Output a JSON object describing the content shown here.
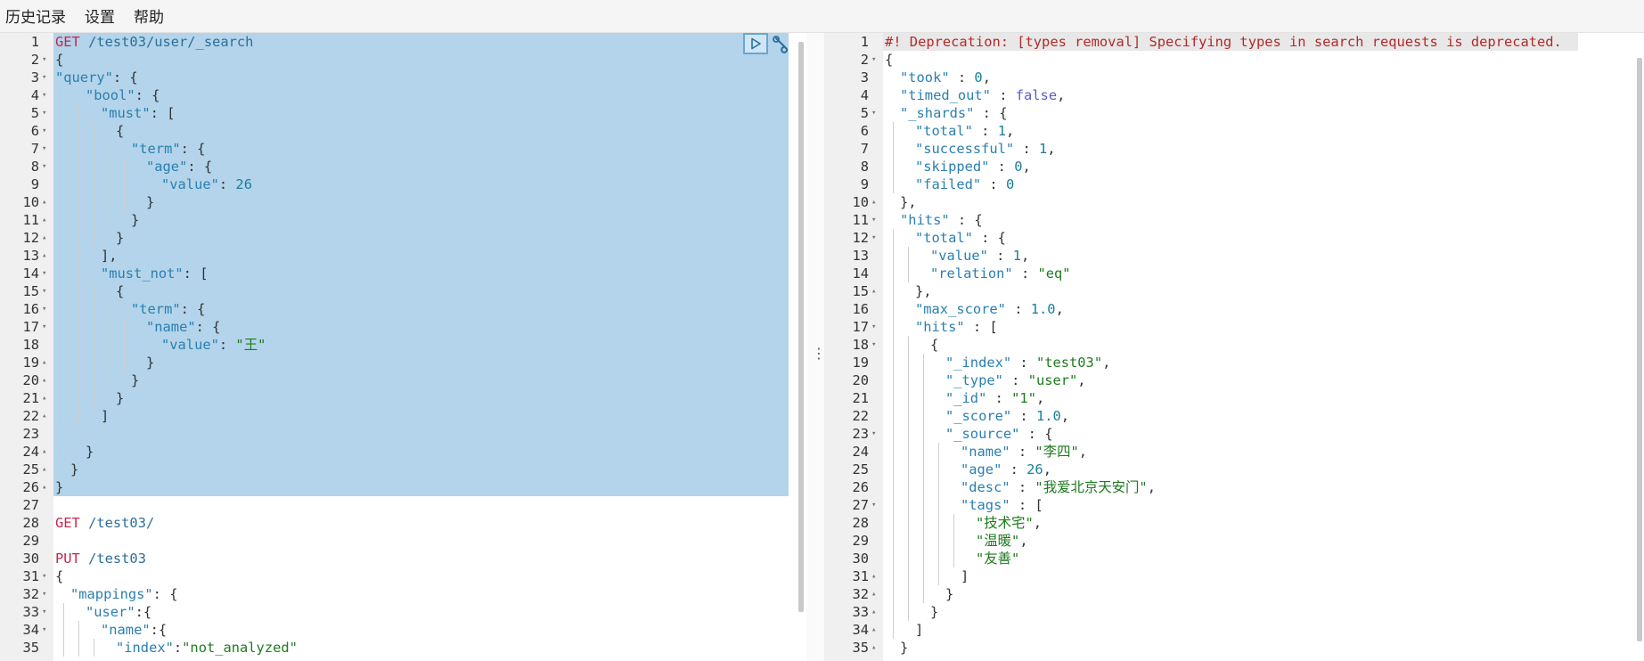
{
  "menu": {
    "items": [
      "历史记录",
      "设置",
      "帮助"
    ]
  },
  "icons": {
    "run": "play-icon",
    "settings": "wrench-icon",
    "splitter": "vertical-dots-icon"
  },
  "colors": {
    "selection": "#b3d4ea",
    "method": "#c7254e",
    "key": "#2a7fb0",
    "string": "#1f7a1f",
    "number": "#1a7f9b",
    "boolean": "#5a5acf",
    "comment": "#b22a2a"
  },
  "left_editor": {
    "lines": [
      {
        "n": 1,
        "fold": "",
        "indent": 0,
        "parts": [
          [
            "method",
            "GET"
          ],
          [
            "plain",
            " "
          ],
          [
            "url",
            "/test03/user/_search"
          ]
        ]
      },
      {
        "n": 2,
        "fold": "▾",
        "indent": 0,
        "parts": [
          [
            "punct",
            "{"
          ]
        ]
      },
      {
        "n": 3,
        "fold": "▾",
        "indent": 0,
        "parts": [
          [
            "key",
            "\"query\""
          ],
          [
            "punct",
            ": {"
          ]
        ]
      },
      {
        "n": 4,
        "fold": "▾",
        "indent": 2,
        "parts": [
          [
            "key",
            "\"bool\""
          ],
          [
            "punct",
            ": {"
          ]
        ]
      },
      {
        "n": 5,
        "fold": "▾",
        "indent": 3,
        "parts": [
          [
            "key",
            "\"must\""
          ],
          [
            "punct",
            ": ["
          ]
        ]
      },
      {
        "n": 6,
        "fold": "▾",
        "indent": 4,
        "parts": [
          [
            "punct",
            "{"
          ]
        ]
      },
      {
        "n": 7,
        "fold": "▾",
        "indent": 5,
        "parts": [
          [
            "key",
            "\"term\""
          ],
          [
            "punct",
            ": {"
          ]
        ]
      },
      {
        "n": 8,
        "fold": "▾",
        "indent": 6,
        "parts": [
          [
            "key",
            "\"age\""
          ],
          [
            "punct",
            ": {"
          ]
        ]
      },
      {
        "n": 9,
        "fold": "",
        "indent": 7,
        "parts": [
          [
            "key",
            "\"value\""
          ],
          [
            "punct",
            ": "
          ],
          [
            "num",
            "26"
          ]
        ]
      },
      {
        "n": 10,
        "fold": "▴",
        "indent": 6,
        "parts": [
          [
            "punct",
            "}"
          ]
        ]
      },
      {
        "n": 11,
        "fold": "▴",
        "indent": 5,
        "parts": [
          [
            "punct",
            "}"
          ]
        ]
      },
      {
        "n": 12,
        "fold": "▴",
        "indent": 4,
        "parts": [
          [
            "punct",
            "}"
          ]
        ]
      },
      {
        "n": 13,
        "fold": "▴",
        "indent": 3,
        "parts": [
          [
            "punct",
            "],"
          ]
        ]
      },
      {
        "n": 14,
        "fold": "▾",
        "indent": 3,
        "parts": [
          [
            "key",
            "\"must_not\""
          ],
          [
            "punct",
            ": ["
          ]
        ]
      },
      {
        "n": 15,
        "fold": "▾",
        "indent": 4,
        "parts": [
          [
            "punct",
            "{"
          ]
        ]
      },
      {
        "n": 16,
        "fold": "▾",
        "indent": 5,
        "parts": [
          [
            "key",
            "\"term\""
          ],
          [
            "punct",
            ": {"
          ]
        ]
      },
      {
        "n": 17,
        "fold": "▾",
        "indent": 6,
        "parts": [
          [
            "key",
            "\"name\""
          ],
          [
            "punct",
            ": {"
          ]
        ]
      },
      {
        "n": 18,
        "fold": "",
        "indent": 7,
        "parts": [
          [
            "key",
            "\"value\""
          ],
          [
            "punct",
            ": "
          ],
          [
            "str",
            "\"王\""
          ]
        ]
      },
      {
        "n": 19,
        "fold": "▴",
        "indent": 6,
        "parts": [
          [
            "punct",
            "}"
          ]
        ]
      },
      {
        "n": 20,
        "fold": "▴",
        "indent": 5,
        "parts": [
          [
            "punct",
            "}"
          ]
        ]
      },
      {
        "n": 21,
        "fold": "▴",
        "indent": 4,
        "parts": [
          [
            "punct",
            "}"
          ]
        ]
      },
      {
        "n": 22,
        "fold": "▴",
        "indent": 3,
        "parts": [
          [
            "punct",
            "]"
          ]
        ]
      },
      {
        "n": 23,
        "fold": "",
        "indent": 0,
        "parts": []
      },
      {
        "n": 24,
        "fold": "▴",
        "indent": 2,
        "parts": [
          [
            "punct",
            "}"
          ]
        ]
      },
      {
        "n": 25,
        "fold": "▴",
        "indent": 1,
        "parts": [
          [
            "punct",
            "}"
          ]
        ]
      },
      {
        "n": 26,
        "fold": "▴",
        "indent": 0,
        "parts": [
          [
            "punct",
            "}"
          ]
        ]
      },
      {
        "n": 27,
        "fold": "",
        "indent": 0,
        "parts": []
      },
      {
        "n": 28,
        "fold": "",
        "indent": 0,
        "parts": [
          [
            "method",
            "GET"
          ],
          [
            "plain",
            " "
          ],
          [
            "url",
            "/test03/"
          ]
        ]
      },
      {
        "n": 29,
        "fold": "",
        "indent": 0,
        "parts": []
      },
      {
        "n": 30,
        "fold": "",
        "indent": 0,
        "parts": [
          [
            "method",
            "PUT"
          ],
          [
            "plain",
            " "
          ],
          [
            "url",
            "/test03"
          ]
        ]
      },
      {
        "n": 31,
        "fold": "▾",
        "indent": 0,
        "parts": [
          [
            "punct",
            "{"
          ]
        ]
      },
      {
        "n": 32,
        "fold": "▾",
        "indent": 1,
        "parts": [
          [
            "key",
            "\"mappings\""
          ],
          [
            "punct",
            ": {"
          ]
        ]
      },
      {
        "n": 33,
        "fold": "▾",
        "indent": 2,
        "parts": [
          [
            "key",
            "\"user\""
          ],
          [
            "punct",
            ":{"
          ]
        ]
      },
      {
        "n": 34,
        "fold": "▾",
        "indent": 3,
        "parts": [
          [
            "key",
            "\"name\""
          ],
          [
            "punct",
            ":{"
          ]
        ]
      },
      {
        "n": 35,
        "fold": "",
        "indent": 4,
        "parts": [
          [
            "key",
            "\"index\""
          ],
          [
            "punct",
            ":"
          ],
          [
            "str",
            "\"not_analyzed\""
          ]
        ]
      }
    ]
  },
  "right_editor": {
    "lines": [
      {
        "n": 1,
        "fold": "",
        "indent": 0,
        "parts": [
          [
            "comment",
            "#! Deprecation: [types removal] Specifying types in search requests is deprecated."
          ]
        ]
      },
      {
        "n": 2,
        "fold": "▾",
        "indent": 0,
        "parts": [
          [
            "punct",
            "{"
          ]
        ]
      },
      {
        "n": 3,
        "fold": "",
        "indent": 1,
        "parts": [
          [
            "key",
            "\"took\""
          ],
          [
            "punct",
            " : "
          ],
          [
            "num",
            "0"
          ],
          [
            "punct",
            ","
          ]
        ]
      },
      {
        "n": 4,
        "fold": "",
        "indent": 1,
        "parts": [
          [
            "key",
            "\"timed_out\""
          ],
          [
            "punct",
            " : "
          ],
          [
            "bool",
            "false"
          ],
          [
            "punct",
            ","
          ]
        ]
      },
      {
        "n": 5,
        "fold": "▾",
        "indent": 1,
        "parts": [
          [
            "key",
            "\"_shards\""
          ],
          [
            "punct",
            " : {"
          ]
        ]
      },
      {
        "n": 6,
        "fold": "",
        "indent": 2,
        "parts": [
          [
            "key",
            "\"total\""
          ],
          [
            "punct",
            " : "
          ],
          [
            "num",
            "1"
          ],
          [
            "punct",
            ","
          ]
        ]
      },
      {
        "n": 7,
        "fold": "",
        "indent": 2,
        "parts": [
          [
            "key",
            "\"successful\""
          ],
          [
            "punct",
            " : "
          ],
          [
            "num",
            "1"
          ],
          [
            "punct",
            ","
          ]
        ]
      },
      {
        "n": 8,
        "fold": "",
        "indent": 2,
        "parts": [
          [
            "key",
            "\"skipped\""
          ],
          [
            "punct",
            " : "
          ],
          [
            "num",
            "0"
          ],
          [
            "punct",
            ","
          ]
        ]
      },
      {
        "n": 9,
        "fold": "",
        "indent": 2,
        "parts": [
          [
            "key",
            "\"failed\""
          ],
          [
            "punct",
            " : "
          ],
          [
            "num",
            "0"
          ]
        ]
      },
      {
        "n": 10,
        "fold": "▴",
        "indent": 1,
        "parts": [
          [
            "punct",
            "},"
          ]
        ]
      },
      {
        "n": 11,
        "fold": "▾",
        "indent": 1,
        "parts": [
          [
            "key",
            "\"hits\""
          ],
          [
            "punct",
            " : {"
          ]
        ]
      },
      {
        "n": 12,
        "fold": "▾",
        "indent": 2,
        "parts": [
          [
            "key",
            "\"total\""
          ],
          [
            "punct",
            " : {"
          ]
        ]
      },
      {
        "n": 13,
        "fold": "",
        "indent": 3,
        "parts": [
          [
            "key",
            "\"value\""
          ],
          [
            "punct",
            " : "
          ],
          [
            "num",
            "1"
          ],
          [
            "punct",
            ","
          ]
        ]
      },
      {
        "n": 14,
        "fold": "",
        "indent": 3,
        "parts": [
          [
            "key",
            "\"relation\""
          ],
          [
            "punct",
            " : "
          ],
          [
            "str",
            "\"eq\""
          ]
        ]
      },
      {
        "n": 15,
        "fold": "▴",
        "indent": 2,
        "parts": [
          [
            "punct",
            "},"
          ]
        ]
      },
      {
        "n": 16,
        "fold": "",
        "indent": 2,
        "parts": [
          [
            "key",
            "\"max_score\""
          ],
          [
            "punct",
            " : "
          ],
          [
            "num",
            "1.0"
          ],
          [
            "punct",
            ","
          ]
        ]
      },
      {
        "n": 17,
        "fold": "▾",
        "indent": 2,
        "parts": [
          [
            "key",
            "\"hits\""
          ],
          [
            "punct",
            " : ["
          ]
        ]
      },
      {
        "n": 18,
        "fold": "▾",
        "indent": 3,
        "parts": [
          [
            "punct",
            "{"
          ]
        ]
      },
      {
        "n": 19,
        "fold": "",
        "indent": 4,
        "parts": [
          [
            "key",
            "\"_index\""
          ],
          [
            "punct",
            " : "
          ],
          [
            "str",
            "\"test03\""
          ],
          [
            "punct",
            ","
          ]
        ]
      },
      {
        "n": 20,
        "fold": "",
        "indent": 4,
        "parts": [
          [
            "key",
            "\"_type\""
          ],
          [
            "punct",
            " : "
          ],
          [
            "str",
            "\"user\""
          ],
          [
            "punct",
            ","
          ]
        ]
      },
      {
        "n": 21,
        "fold": "",
        "indent": 4,
        "parts": [
          [
            "key",
            "\"_id\""
          ],
          [
            "punct",
            " : "
          ],
          [
            "str",
            "\"1\""
          ],
          [
            "punct",
            ","
          ]
        ]
      },
      {
        "n": 22,
        "fold": "",
        "indent": 4,
        "parts": [
          [
            "key",
            "\"_score\""
          ],
          [
            "punct",
            " : "
          ],
          [
            "num",
            "1.0"
          ],
          [
            "punct",
            ","
          ]
        ]
      },
      {
        "n": 23,
        "fold": "▾",
        "indent": 4,
        "parts": [
          [
            "key",
            "\"_source\""
          ],
          [
            "punct",
            " : {"
          ]
        ]
      },
      {
        "n": 24,
        "fold": "",
        "indent": 5,
        "parts": [
          [
            "key",
            "\"name\""
          ],
          [
            "punct",
            " : "
          ],
          [
            "str",
            "\"李四\""
          ],
          [
            "punct",
            ","
          ]
        ]
      },
      {
        "n": 25,
        "fold": "",
        "indent": 5,
        "parts": [
          [
            "key",
            "\"age\""
          ],
          [
            "punct",
            " : "
          ],
          [
            "num",
            "26"
          ],
          [
            "punct",
            ","
          ]
        ]
      },
      {
        "n": 26,
        "fold": "",
        "indent": 5,
        "parts": [
          [
            "key",
            "\"desc\""
          ],
          [
            "punct",
            " : "
          ],
          [
            "str",
            "\"我爱北京天安门\""
          ],
          [
            "punct",
            ","
          ]
        ]
      },
      {
        "n": 27,
        "fold": "▾",
        "indent": 5,
        "parts": [
          [
            "key",
            "\"tags\""
          ],
          [
            "punct",
            " : ["
          ]
        ]
      },
      {
        "n": 28,
        "fold": "",
        "indent": 6,
        "parts": [
          [
            "str",
            "\"技术宅\""
          ],
          [
            "punct",
            ","
          ]
        ]
      },
      {
        "n": 29,
        "fold": "",
        "indent": 6,
        "parts": [
          [
            "str",
            "\"温暖\""
          ],
          [
            "punct",
            ","
          ]
        ]
      },
      {
        "n": 30,
        "fold": "",
        "indent": 6,
        "parts": [
          [
            "str",
            "\"友善\""
          ]
        ]
      },
      {
        "n": 31,
        "fold": "▴",
        "indent": 5,
        "parts": [
          [
            "punct",
            "]"
          ]
        ]
      },
      {
        "n": 32,
        "fold": "▴",
        "indent": 4,
        "parts": [
          [
            "punct",
            "}"
          ]
        ]
      },
      {
        "n": 33,
        "fold": "▴",
        "indent": 3,
        "parts": [
          [
            "punct",
            "}"
          ]
        ]
      },
      {
        "n": 34,
        "fold": "▴",
        "indent": 2,
        "parts": [
          [
            "punct",
            "]"
          ]
        ]
      },
      {
        "n": 35,
        "fold": "▴",
        "indent": 1,
        "parts": [
          [
            "punct",
            "}"
          ]
        ]
      }
    ]
  }
}
